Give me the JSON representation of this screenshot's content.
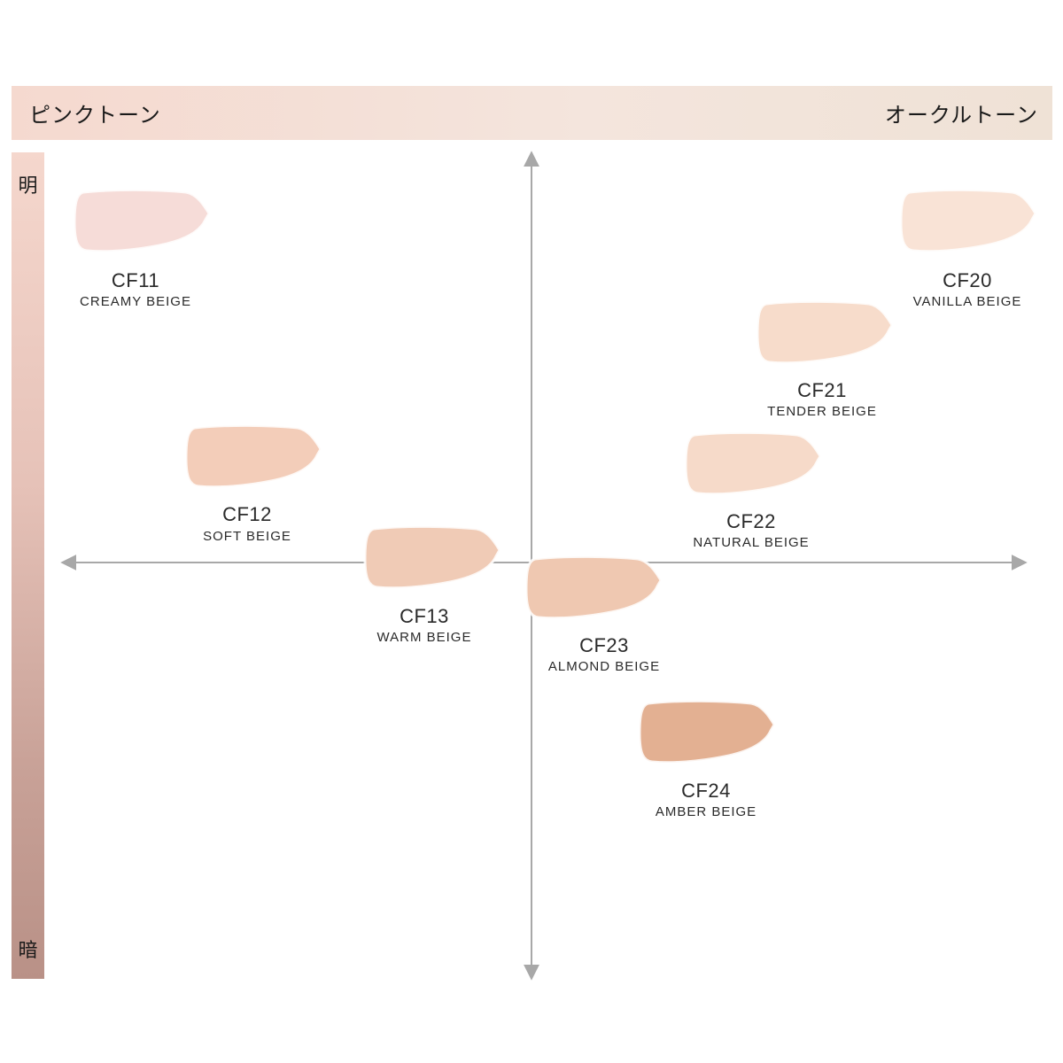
{
  "header": {
    "left_label": "ピンクトーン",
    "right_label": "オークルトーン"
  },
  "side": {
    "top_label": "明",
    "bottom_label": "暗"
  },
  "swatches": [
    {
      "code": "CF11",
      "name": "CREAMY BEIGE",
      "color": "#f6dcd8"
    },
    {
      "code": "CF12",
      "name": "SOFT BEIGE",
      "color": "#f3cdb9"
    },
    {
      "code": "CF13",
      "name": "WARM BEIGE",
      "color": "#f0cbb6"
    },
    {
      "code": "CF20",
      "name": "VANILLA BEIGE",
      "color": "#f9e3d6"
    },
    {
      "code": "CF21",
      "name": "TENDER BEIGE",
      "color": "#f7dccb"
    },
    {
      "code": "CF22",
      "name": "NATURAL BEIGE",
      "color": "#f6dac9"
    },
    {
      "code": "CF23",
      "name": "ALMOND BEIGE",
      "color": "#efc8b1"
    },
    {
      "code": "CF24",
      "name": "AMBER BEIGE",
      "color": "#e3b092"
    }
  ],
  "axis_color": "#a8a8a8"
}
